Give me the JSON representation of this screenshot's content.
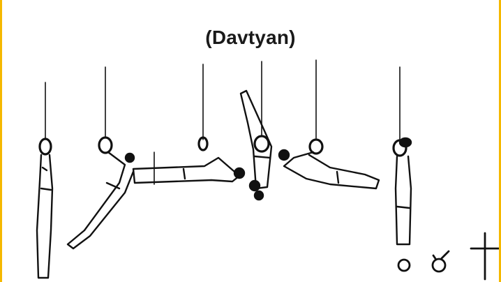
{
  "title": "(Davtyan)",
  "colors": {
    "frame_border": "#f5b800",
    "ink": "#111111",
    "background": "#ffffff"
  },
  "figures": [
    {
      "name": "hang"
    },
    {
      "name": "swing-down"
    },
    {
      "name": "horizontal-back"
    },
    {
      "name": "inverted"
    },
    {
      "name": "horizontal-front"
    },
    {
      "name": "final-hang"
    }
  ],
  "symbols": [
    "circle",
    "ring-with-legs",
    "cross"
  ]
}
